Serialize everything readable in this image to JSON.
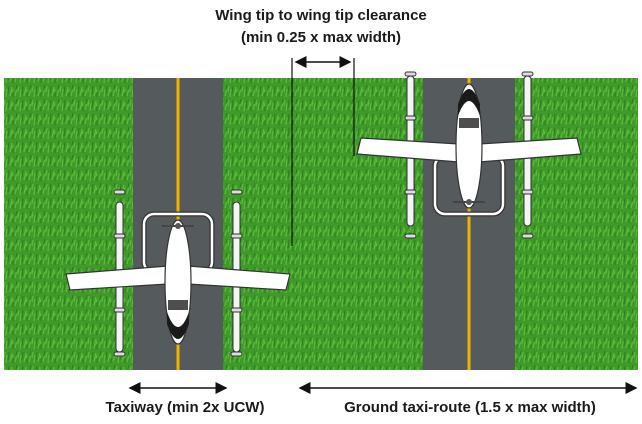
{
  "header": {
    "line1": "Wing tip to wing tip clearance",
    "line2": "(min 0.25 x max width)"
  },
  "footer": {
    "taxiway_label": "Taxiway (min 2x UCW)",
    "taxiroute_label": "Ground taxi-route  (1.5 x max width)"
  },
  "colors": {
    "grass": "#3f9a2a",
    "runway": "#555a5d",
    "centerline": "#f2b300",
    "aircraft": "#ffffff",
    "canopy": "#1a1a1a"
  },
  "icons": [
    "evtol-aircraft-icon",
    "dimension-arrow-icon"
  ]
}
